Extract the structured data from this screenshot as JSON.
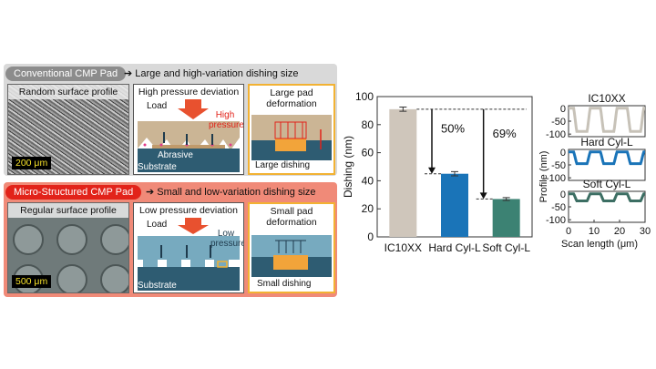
{
  "conventional": {
    "pill": "Conventional CMP Pad",
    "caption": "Large and high-variation dishing size",
    "photo_title": "Random surface profile",
    "scale": "200 μm",
    "pressure_title": "High pressure deviation",
    "load": "Load",
    "high_pressure": "High pressure",
    "abrasive": "Abrasive",
    "substrate": "Substrate",
    "deform_title": "Large pad deformation",
    "dishing_label": "Large dishing"
  },
  "micro": {
    "pill": "Micro-Structured CMP Pad",
    "caption": "Small and low-variation dishing size",
    "photo_title": "Regular surface profile",
    "scale": "500 μm",
    "pressure_title": "Low pressure deviation",
    "load": "Load",
    "low_pressure": "Low pressure",
    "substrate": "Substrate",
    "deform_title": "Small pad deformation",
    "dishing_label": "Small dishing"
  },
  "chart_data": [
    {
      "type": "bar",
      "ylabel": "Dishing (nm)",
      "categories": [
        "IC10XX",
        "Hard Cyl-L",
        "Soft Cyl-L"
      ],
      "values": [
        91,
        45,
        27
      ],
      "errors": [
        1.5,
        1.5,
        1
      ],
      "colors": [
        "#cfc6bb",
        "#1a74b8",
        "#3c8273"
      ],
      "ylim": [
        0,
        100
      ],
      "yticks": [
        0,
        20,
        40,
        60,
        80,
        100
      ],
      "annotations": [
        "50%",
        "69%"
      ]
    },
    {
      "type": "line",
      "ylabel": "Profile (nm)",
      "xlabel": "Scan length (μm)",
      "xticks": [
        0,
        10,
        20,
        30
      ],
      "yticks": [
        0,
        -50,
        -100
      ],
      "ylim": [
        -110,
        10
      ],
      "xlim": [
        0,
        30
      ],
      "series": [
        {
          "name": "IC10XX",
          "color": "#c7c2b8",
          "depth": -90
        },
        {
          "name": "Hard Cyl-L",
          "color": "#1a74b8",
          "depth": -45
        },
        {
          "name": "Soft Cyl-L",
          "color": "#3c6e63",
          "depth": -27
        }
      ]
    }
  ]
}
